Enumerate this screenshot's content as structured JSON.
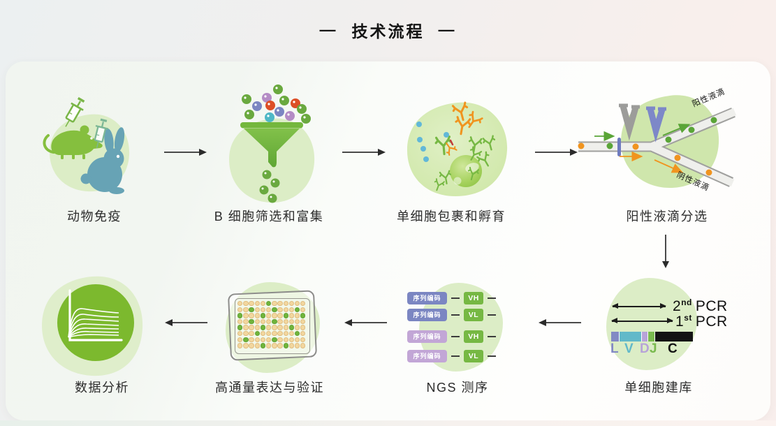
{
  "title": {
    "text": "技术流程",
    "dash": "—"
  },
  "colors": {
    "accent_green": "#76b843",
    "light_blob": "#dcedc6",
    "mouse_green": "#85bf3e",
    "rabbit_blue": "#67a3b5",
    "antibody_orange": "#f0941f",
    "cell_green": "#8ac03f",
    "dot_blue": "#62b8d8",
    "indigo": "#7b86c2",
    "lavender": "#c2a6d6",
    "red_orange": "#dd4f27",
    "teal": "#4fb8c6",
    "channel_gray": "#a0a09e",
    "well_tan": "#f2d79f",
    "hit_green": "#70b43c"
  },
  "steps": [
    {
      "name": "animal-immunization",
      "label": "动物免疫",
      "icon": "mouse-rabbit-syringes-icon"
    },
    {
      "name": "b-cell-screening",
      "label": "B 细胞筛选和富集",
      "icon": "funnel-cells-icon"
    },
    {
      "name": "single-cell-encapsulation",
      "label": "单细胞包裹和孵育",
      "icon": "droplet-cell-antibodies-icon"
    },
    {
      "name": "positive-droplet-sorting",
      "label": "阳性液滴分选",
      "icon": "microfluidic-sorter-icon",
      "positive_label": "阳性液滴",
      "negative_label": "阴性液滴"
    },
    {
      "name": "single-cell-library",
      "label": "单细胞建库",
      "icon": "pcr-library-icon",
      "pcr": [
        {
          "num": "2",
          "sup": "nd",
          "unit": "PCR"
        },
        {
          "num": "1",
          "sup": "st",
          "unit": "PCR"
        }
      ],
      "segments": [
        {
          "letter": "L",
          "color": "#8289c4"
        },
        {
          "letter": "V",
          "color": "#62b9c9"
        },
        {
          "letter": "D",
          "color": "#b7a3d8"
        },
        {
          "letter": "J",
          "color": "#79ba4e"
        },
        {
          "letter": "C",
          "color": "#141414"
        }
      ]
    },
    {
      "name": "ngs-sequencing",
      "label": "NGS 测序",
      "icon": "barcode-sequence-icon",
      "rows": [
        {
          "barcode": "序列编码",
          "barcode_color": "#7b86c2",
          "chain": "VH",
          "chain_color": "#76b843"
        },
        {
          "barcode": "序列编码",
          "barcode_color": "#7b86c2",
          "chain": "VL",
          "chain_color": "#76b843"
        },
        {
          "barcode": "序列编码",
          "barcode_color": "#c2a6d6",
          "chain": "VH",
          "chain_color": "#76b843"
        },
        {
          "barcode": "序列编码",
          "barcode_color": "#c2a6d6",
          "chain": "VL",
          "chain_color": "#76b843"
        }
      ]
    },
    {
      "name": "high-throughput-expression",
      "label": "高通量表达与验证",
      "icon": "microplate-icon",
      "plate": {
        "cols": 12,
        "rows": 8,
        "well_color": "#f2d79f",
        "hit_color": "#70b43c",
        "green_wells": [
          [
            5,
            0
          ],
          [
            2,
            1
          ],
          [
            6,
            1
          ],
          [
            10,
            1
          ],
          [
            0,
            2
          ],
          [
            4,
            2
          ],
          [
            8,
            2
          ],
          [
            11,
            2
          ],
          [
            2,
            3
          ],
          [
            6,
            3
          ],
          [
            0,
            4
          ],
          [
            4,
            4
          ],
          [
            9,
            4
          ],
          [
            3,
            5
          ],
          [
            10,
            5
          ],
          [
            1,
            6
          ],
          [
            6,
            6
          ],
          [
            4,
            7
          ],
          [
            8,
            7
          ]
        ]
      }
    },
    {
      "name": "data-analysis",
      "label": "数据分析",
      "icon": "binding-curves-icon"
    }
  ]
}
